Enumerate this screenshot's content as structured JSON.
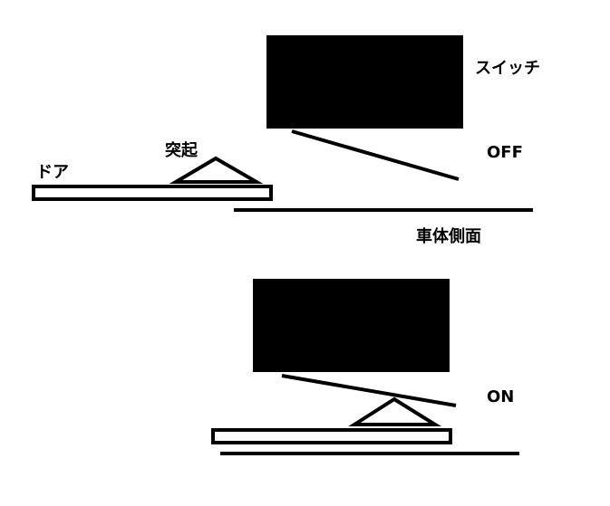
{
  "labels": {
    "switch": "スイッチ",
    "off": "OFF",
    "on": "ON",
    "protrusion": "突起",
    "door": "ドア",
    "body_side": "車体側面"
  },
  "colors": {
    "stroke": "#000000",
    "fill": "#000000",
    "background": "#ffffff"
  }
}
